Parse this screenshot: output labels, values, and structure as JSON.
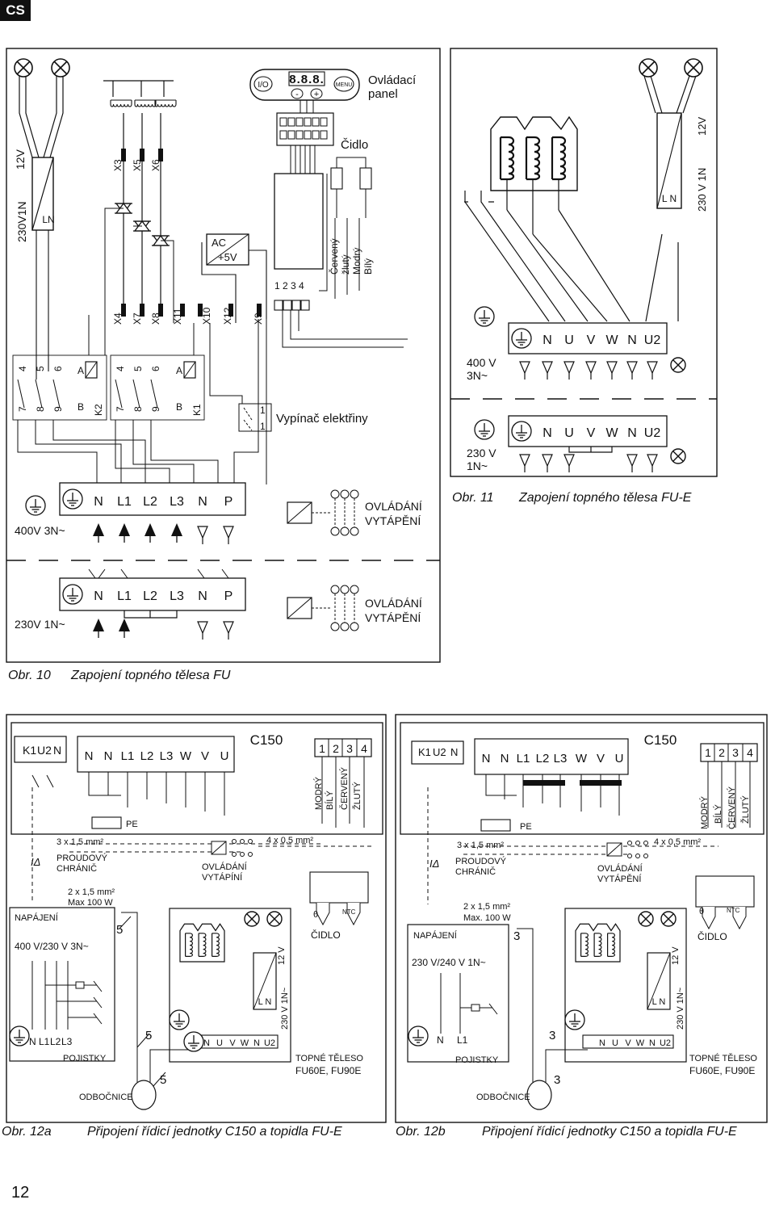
{
  "language_tab": "CS",
  "page_number": "12",
  "fig10": {
    "control_panel_label": "Ovládací panel",
    "control_panel_line1": "Ovládací",
    "control_panel_line2": "panel",
    "io_button": "I/O",
    "display": "8.8.8.",
    "minus_button": "-",
    "plus_button": "+",
    "menu_button": "MENU",
    "sensor_label": "Čidlo",
    "wire_colors": [
      "Červený",
      "žlutý",
      "Modrý",
      "Bílý"
    ],
    "terminals_top": [
      "X3",
      "X5",
      "X6"
    ],
    "terminals_bottom": [
      "X4",
      "X7",
      "X8",
      "X11",
      "X10",
      "X12",
      "X9"
    ],
    "pcb_pins": "1 2 3 4",
    "ac_label": "AC",
    "dc_label": "+5V",
    "transformer_supply": "230V1N",
    "transformer_ln": "LN",
    "lamp_voltage": "12V",
    "contactor1_top": [
      "4",
      "5",
      "6",
      "A"
    ],
    "contactor1_bottom": [
      "7",
      "8",
      "9",
      "B",
      "K2"
    ],
    "contactor2_top": [
      "4",
      "5",
      "6",
      "A"
    ],
    "contactor2_bottom": [
      "7",
      "8",
      "9",
      "B",
      "K1"
    ],
    "switch_label": "Vypínač elektřiny",
    "switch_pins": [
      "1",
      "1"
    ],
    "terminal_strip": [
      "N",
      "L1",
      "L2",
      "L3",
      "N",
      "P"
    ],
    "supply_3phase": "400V 3N~",
    "supply_1phase": "230V 1N~",
    "heating_control_1": "OVLÁDÁNÍ",
    "heating_control_2": "VYTÁPĚNÍ",
    "caption_no": "Obr. 10",
    "caption_text": "Zapojení topného tělesa FU"
  },
  "fig11": {
    "terminal_strip": [
      "N",
      "U",
      "V",
      "W",
      "N",
      "U2"
    ],
    "supply_3phase_1": "400 V",
    "supply_3phase_2": "3N~",
    "supply_1phase_1": "230 V",
    "supply_1phase_2": "1N~",
    "transformer_supply": "230 V 1N",
    "transformer_ln": "L N",
    "lamp_voltage": "12V",
    "caption_no": "Obr. 11",
    "caption_text": "Zapojení topného tělesa FU-E"
  },
  "fig12a": {
    "unit_name": "C150",
    "block1": [
      "K1",
      "U2",
      "N"
    ],
    "block2": [
      "N",
      "N",
      "L1",
      "L2",
      "L3",
      "W",
      "V",
      "U"
    ],
    "block3": [
      "1",
      "2",
      "3",
      "4"
    ],
    "wire_colors": [
      "MODRÝ",
      "BÍLÝ",
      "ČERVENÝ",
      "ŽLUTÝ"
    ],
    "pe_label": "PE",
    "cable_3x": "3 x 1,5 mm²",
    "cable_4x": "4 x 0,5 mm²",
    "rcd_symbol": "IΔ",
    "rcd_label_1": "PROUDOVÝ",
    "rcd_label_2": "CHRÁNIČ",
    "heating_control_1": "OVLÁDÁNÍ",
    "heating_control_2": "VYTÁPÍNÍ",
    "cable_2x_1": "2 x 1,5 mm²",
    "cable_2x_2": "Max 100 W",
    "supply_label": "NAPÁJENÍ",
    "supply_voltage": "400 V/230 V 3N~",
    "wire_count": "5",
    "fuse_terminals": [
      "N",
      "L1",
      "L2",
      "L3"
    ],
    "fuses_label": "POJISTKY",
    "junction_label": "ODBOČNICE",
    "sensor_label": "ČIDLO",
    "ntc_label": "NTC",
    "heater_terminals": [
      "N",
      "U",
      "V",
      "W",
      "N",
      "U2"
    ],
    "transformer_ln": "L N",
    "transformer_supply": "230 V 1N~",
    "lamp_voltage": "12 V",
    "heater_label_1": "TOPNÉ TĚLESO",
    "heater_label_2": "FU60E, FU90E",
    "caption_no": "Obr. 12a",
    "caption_text": "Připojení řídicí jednotky C150 a topidla FU-E"
  },
  "fig12b": {
    "unit_name": "C150",
    "block1": [
      "K1",
      "U2",
      "N"
    ],
    "block2": [
      "N",
      "N",
      "L1",
      "L2",
      "L3",
      "W",
      "V",
      "U"
    ],
    "block3": [
      "1",
      "2",
      "3",
      "4"
    ],
    "wire_colors": [
      "MODRÝ",
      "BÍLÝ",
      "ČERVENÝ",
      "ŽLUTÝ"
    ],
    "pe_label": "PE",
    "cable_3x": "3 x 1,5 mm²",
    "cable_4x": "4 x 0,5 mm²",
    "rcd_symbol": "IΔ",
    "rcd_label_1": "PROUDOVÝ",
    "rcd_label_2": "CHRÁNIČ",
    "heating_control_1": "OVLÁDÁNÍ",
    "heating_control_2": "VYTÁPĚNÍ",
    "cable_2x_1": "2 x 1,5 mm²",
    "cable_2x_2": "Max. 100 W",
    "supply_label": "NAPÁJENÍ",
    "supply_voltage": "230 V/240 V 1N~",
    "wire_count": "3",
    "fuse_terminals": [
      "N",
      "L1"
    ],
    "fuses_label": "POJISTKY",
    "junction_label": "ODBOČNICE",
    "sensor_label": "ČIDLO",
    "ntc_label": "NTC",
    "heater_terminals": [
      "N",
      "U",
      "V",
      "W",
      "N",
      "U2"
    ],
    "transformer_ln": "L N",
    "transformer_supply": "230 V 1N~",
    "lamp_voltage": "12 V",
    "heater_label_1": "TOPNÉ TĚLESO",
    "heater_label_2": "FU60E, FU90E",
    "caption_no": "Obr. 12b",
    "caption_text": "Připojení řídicí jednotky C150 a topidla FU-E"
  }
}
